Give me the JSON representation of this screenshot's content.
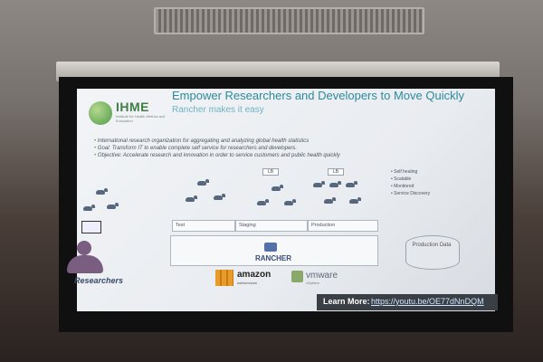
{
  "slide": {
    "logo": "IHME",
    "logo_sub": "Institute for Health Metrics and Evaluation",
    "title": "Empower Researchers and Developers to Move Quickly",
    "subtitle": "Rancher makes it easy",
    "bullets": [
      "International research organization for aggregating and analyzing global health statistics",
      "Goal: Transform IT to enable complete self service for researchers and developers.",
      "Objective: Accelerate research and innovation in order to service customers and public health quickly"
    ],
    "environments": [
      "Test",
      "Staging",
      "Production"
    ],
    "lb_label": "LB",
    "platform": "RANCHER",
    "features": [
      "Self healing",
      "Scalable",
      "Monitored",
      "Service Discovery"
    ],
    "database": "Production Data",
    "persona": "Researchers",
    "providers": {
      "amazon": "amazon",
      "amazon_sub": "webservices",
      "vmware": "vmware",
      "vmware_sub": "vSphere"
    },
    "learn_more_label": "Learn More:",
    "learn_more_url": "https://youtu.be/OE77dNnDQM"
  },
  "colors": {
    "title": "#2c8a9d",
    "logo_green": "#4f9a4b",
    "persona": "#7a5e82",
    "learn_bar": "#3a3f45"
  }
}
